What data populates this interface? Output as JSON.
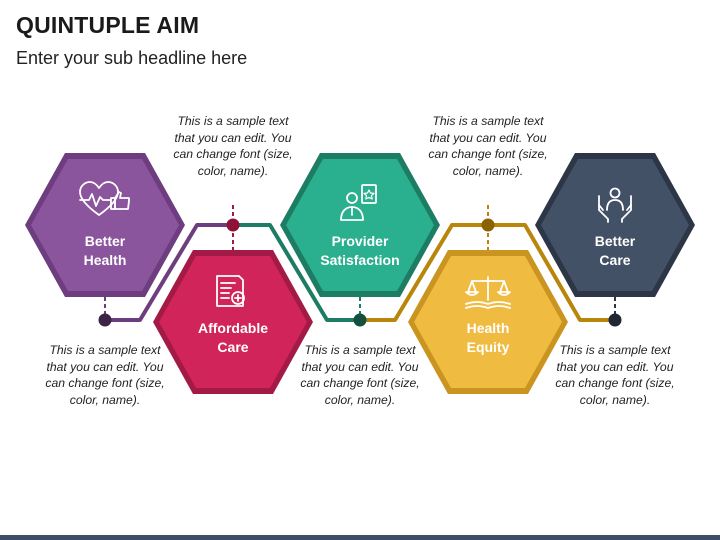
{
  "header": {
    "title": "QUINTUPLE AIM",
    "subtitle": "Enter your sub headline here"
  },
  "steps": [
    {
      "label": "Better\nHealth",
      "color": "#8b559e",
      "border": "#6e3d7f",
      "icon": "heart-pulse-thumbs-up-icon",
      "note": "This is a sample text that you can edit. You can change font (size, color, name)."
    },
    {
      "label": "Affordable\nCare",
      "color": "#d0245a",
      "border": "#a41a46",
      "icon": "medical-report-icon",
      "note": "This is a sample text that you can edit. You can change font (size, color, name)."
    },
    {
      "label": "Provider\nSatisfaction",
      "color": "#2bb08f",
      "border": "#1d7d64",
      "icon": "doctor-rating-icon",
      "note": "This is a sample text that you can edit. You can change font (size, color, name)."
    },
    {
      "label": "Health\nEquity",
      "color": "#f0bb41",
      "border": "#c99420",
      "icon": "balance-scale-icon",
      "note": "This is a sample text that you can edit. You can change font (size, color, name)."
    },
    {
      "label": "Better\nCare",
      "color": "#435166",
      "border": "#2c3646",
      "icon": "caring-hands-icon",
      "note": "This is a sample text that you can edit. You can change font (size, color, name)."
    }
  ],
  "connector_colors": {
    "purple": "#6e3d7f",
    "crimson": "#a41a46",
    "teal": "#1d7d64",
    "gold": "#b8860b",
    "slate": "#2c3646"
  }
}
